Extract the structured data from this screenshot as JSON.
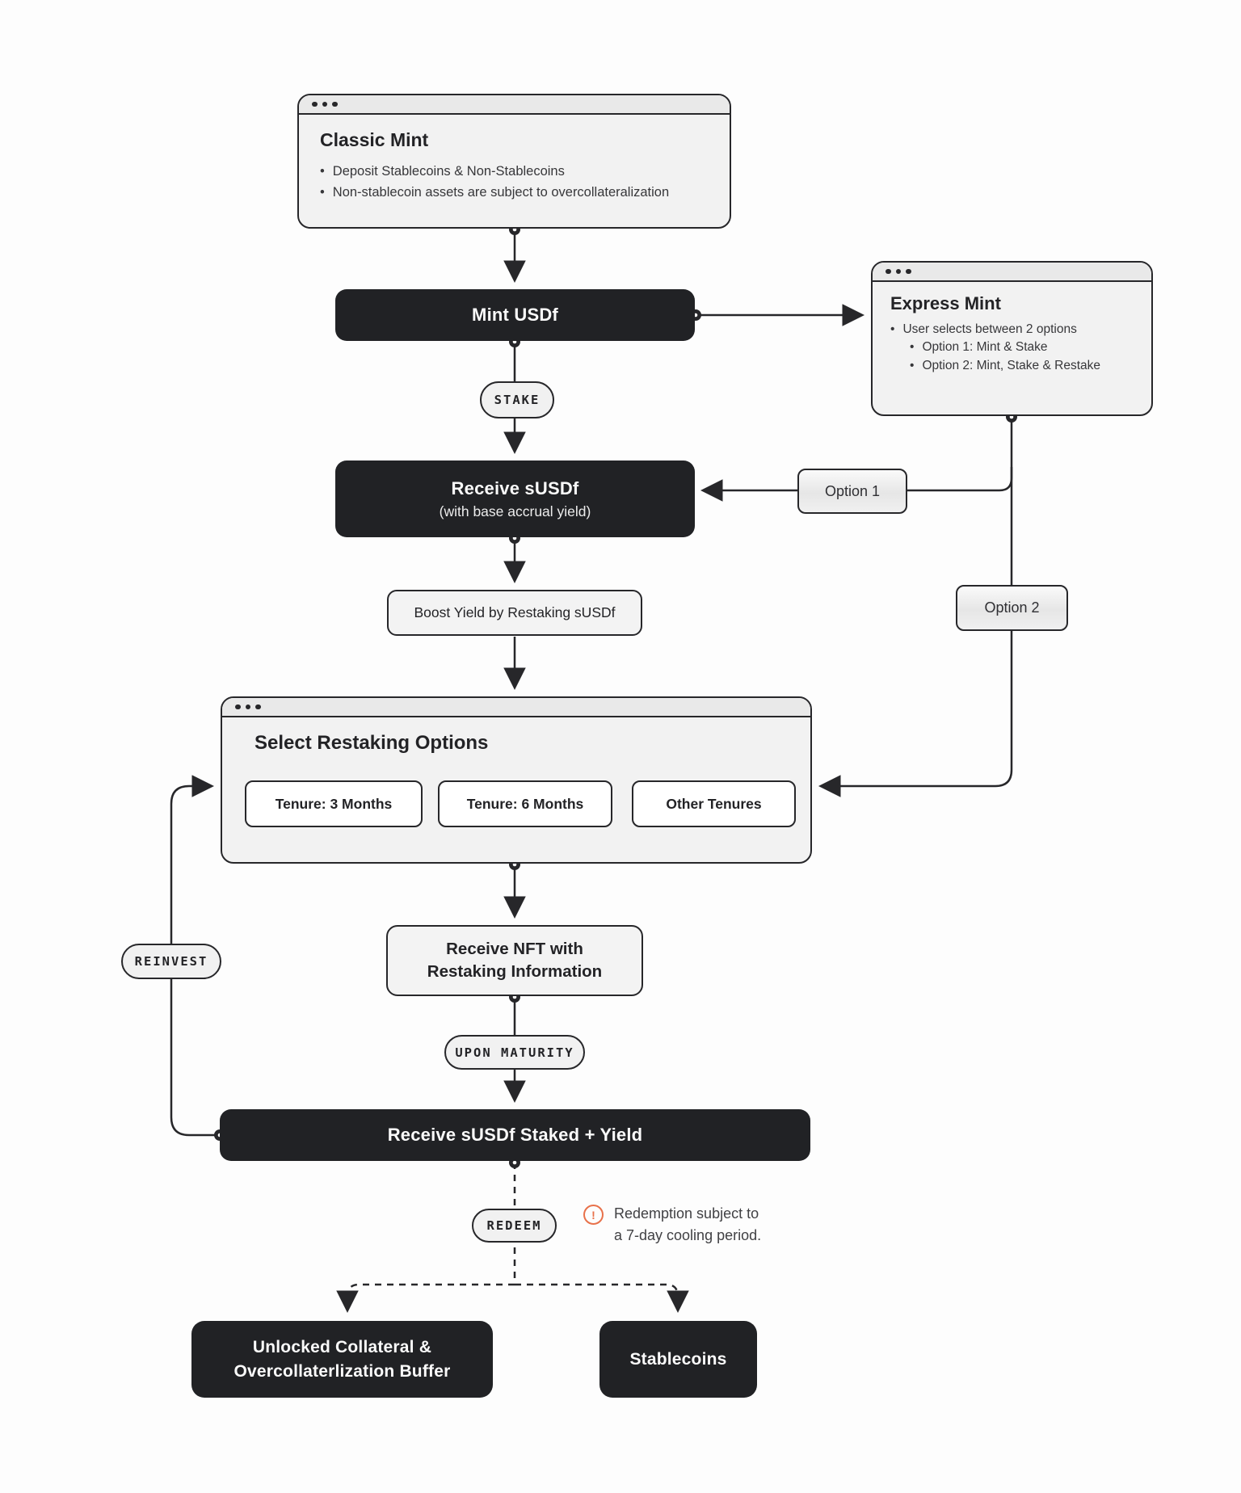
{
  "diagram": {
    "classic_mint": {
      "title": "Classic Mint",
      "bullets": [
        "Deposit Stablecoins & Non-Stablecoins",
        "Non-stablecoin assets are subject to overcollateralization"
      ]
    },
    "mint_usdf": {
      "label": "Mint USDf"
    },
    "express_mint": {
      "title": "Express Mint",
      "bullet": "User selects between 2 options",
      "sub_bullets": [
        "Option 1: Mint & Stake",
        "Option 2: Mint, Stake & Restake"
      ]
    },
    "stake_pill": "STAKE",
    "receive_susdf": {
      "title": "Receive sUSDf",
      "subtitle": "(with base accrual yield)"
    },
    "option1_label": "Option 1",
    "option2_label": "Option 2",
    "boost_yield_label": "Boost Yield by Restaking sUSDf",
    "select_restaking": {
      "title": "Select Restaking Options",
      "tenures": [
        "Tenure: 3 Months",
        "Tenure: 6 Months",
        "Other Tenures"
      ]
    },
    "reinvest_pill": "REINVEST",
    "receive_nft": {
      "line1": "Receive NFT with",
      "line2": "Restaking Information"
    },
    "upon_maturity_pill": "UPON MATURITY",
    "receive_staked_label": "Receive sUSDf Staked + Yield",
    "redeem_pill": "REDEEM",
    "warning": {
      "icon": "exclamation-circle-icon",
      "line1": "Redemption subject to",
      "line2": "a 7-day cooling period."
    },
    "unlocked_collateral": {
      "line1": "Unlocked Collateral &",
      "line2": "Overcollaterlization Buffer"
    },
    "stablecoins_label": "Stablecoins",
    "colors": {
      "dark_box": "#212225",
      "line": "#27272a",
      "panel": "#f2f2f2",
      "warning_accent": "#e8714a"
    }
  }
}
